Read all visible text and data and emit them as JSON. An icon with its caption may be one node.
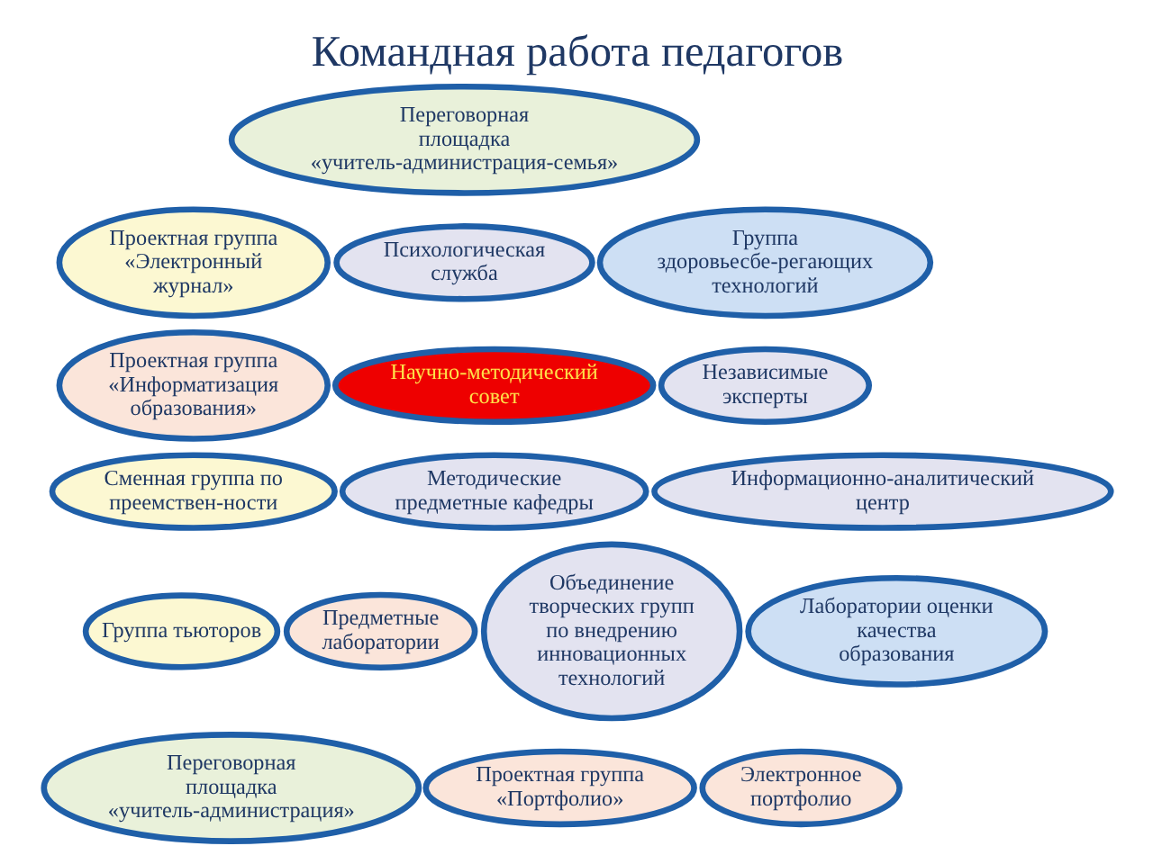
{
  "diagram": {
    "title": "Командная работа педагогов",
    "nodes": [
      {
        "text": [
          "Переговорная площадка «учитель-администрация-семья»"
        ]
      },
      {
        "text": [
          "Проектная группа «Электронный журнал»"
        ]
      },
      {
        "text": [
          "Психологическая служба"
        ]
      },
      {
        "text": [
          "Группа здоровьесбе-регающих технологий"
        ]
      },
      {
        "text": [
          "Проектная группа «Информатизация образования»"
        ]
      },
      {
        "text": [
          "Научно-методический совет"
        ]
      },
      {
        "text": [
          "Независимые эксперты"
        ]
      },
      {
        "text": [
          "Сменная группа по преемствен-ности"
        ]
      },
      {
        "text": [
          "Методические предметные кафедры"
        ]
      },
      {
        "text": [
          "Информационно-аналитический центр"
        ]
      },
      {
        "text": [
          "Предметные лаборатории"
        ]
      },
      {
        "text": [
          "Группа тьюторов"
        ]
      },
      {
        "text": [
          "Объединение творческих групп по внедрению инновационных технологий"
        ]
      },
      {
        "text": [
          "Лаборатории оценки качества образования"
        ]
      },
      {
        "text": [
          "Электронное портфолио"
        ]
      },
      {
        "text": [
          "Переговорная площадка «учитель-администрация»"
        ]
      },
      {
        "text": [
          "Проектная группа «Портфолио»"
        ]
      }
    ]
  }
}
